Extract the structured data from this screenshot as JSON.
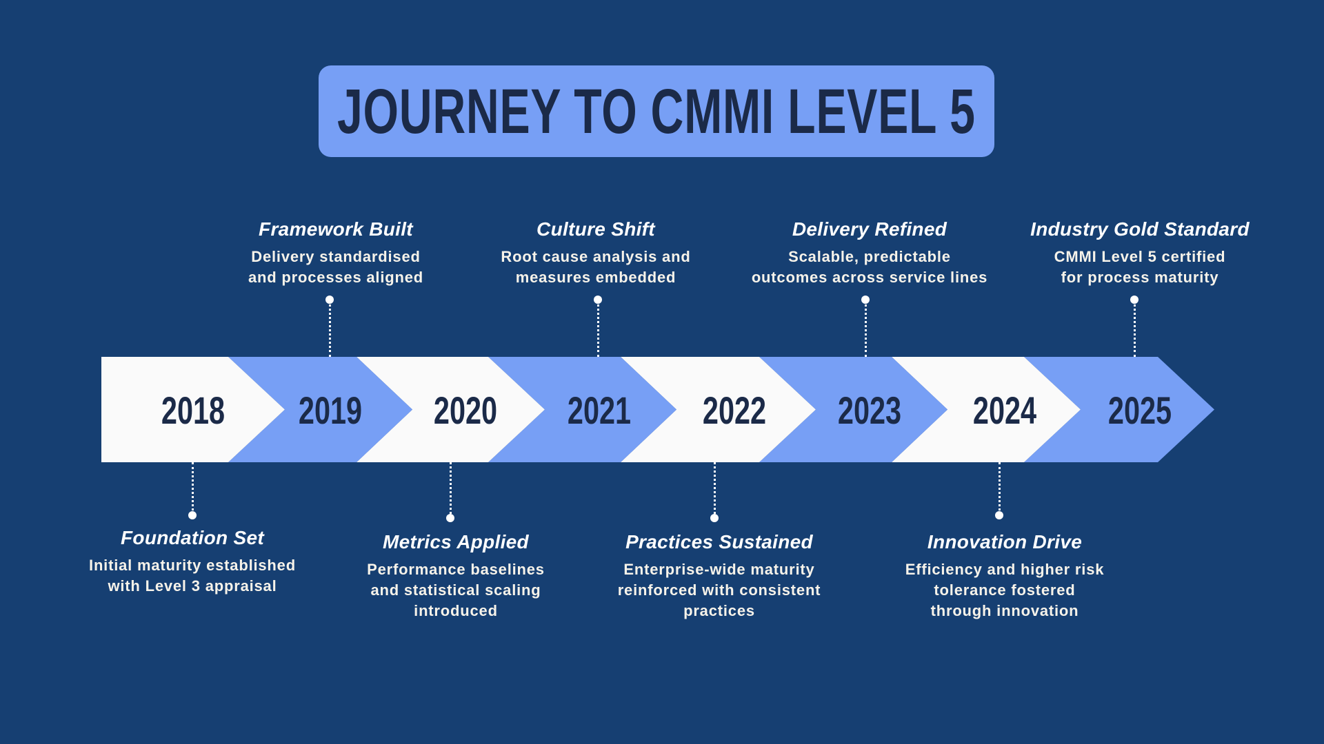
{
  "title": "JOURNEY TO CMMI LEVEL 5",
  "colors": {
    "background": "#163f72",
    "accent_light_blue": "#779ff5",
    "segment_white": "#fafafa",
    "text_dark": "#1b2a48",
    "text_light": "#ffffff"
  },
  "timeline": [
    {
      "year": "2018",
      "position": "below",
      "title": "Foundation Set",
      "description": [
        "Initial maturity established",
        "with Level 3 appraisal"
      ]
    },
    {
      "year": "2019",
      "position": "above",
      "title": "Framework Built",
      "description": [
        "Delivery standardised",
        "and processes aligned"
      ]
    },
    {
      "year": "2020",
      "position": "below",
      "title": "Metrics Applied",
      "description": [
        "Performance baselines",
        "and statistical scaling",
        "introduced"
      ]
    },
    {
      "year": "2021",
      "position": "above",
      "title": "Culture Shift",
      "description": [
        "Root cause analysis and",
        "measures embedded"
      ]
    },
    {
      "year": "2022",
      "position": "below",
      "title": "Practices Sustained",
      "description": [
        "Enterprise-wide maturity",
        "reinforced with consistent",
        "practices"
      ]
    },
    {
      "year": "2023",
      "position": "above",
      "title": "Delivery Refined",
      "description": [
        "Scalable, predictable",
        "outcomes across service lines"
      ]
    },
    {
      "year": "2024",
      "position": "below",
      "title": "Innovation Drive",
      "description": [
        "Efficiency and higher risk",
        "tolerance fostered",
        "through innovation"
      ]
    },
    {
      "year": "2025",
      "position": "above",
      "title": "Industry Gold Standard",
      "description": [
        "CMMI Level 5 certified",
        "for process maturity"
      ]
    }
  ]
}
